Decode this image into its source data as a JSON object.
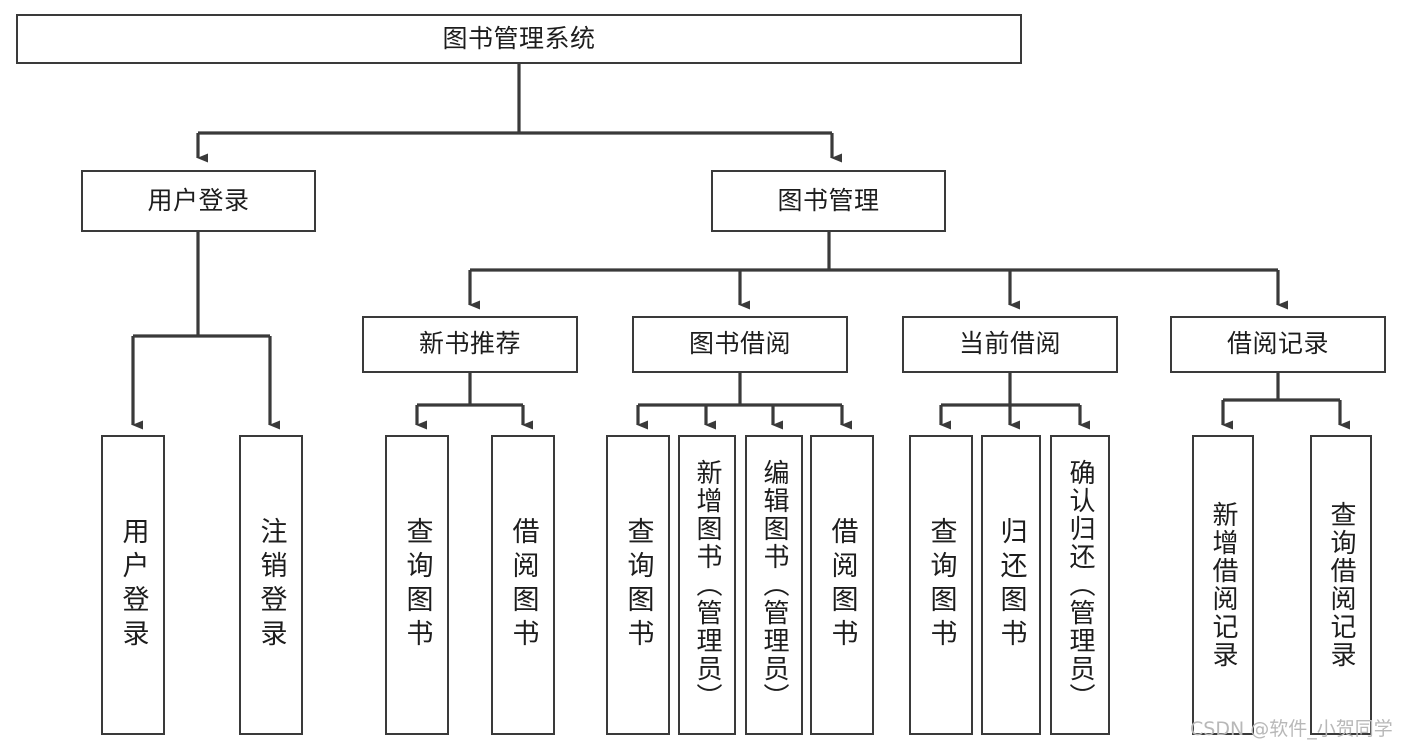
{
  "diagram": {
    "title": "图书管理系统",
    "type": "hierarchy-tree",
    "root": {
      "label": "图书管理系统"
    },
    "level2": [
      {
        "label": "用户登录"
      },
      {
        "label": "图书管理"
      }
    ],
    "level3": [
      {
        "label": "新书推荐"
      },
      {
        "label": "图书借阅"
      },
      {
        "label": "当前借阅"
      },
      {
        "label": "借阅记录"
      }
    ],
    "leaves": {
      "user_login": [
        {
          "label": "用户登录"
        },
        {
          "label": "注销登录"
        }
      ],
      "new_book_recommend": [
        {
          "label": "查询图书"
        },
        {
          "label": "借阅图书"
        }
      ],
      "book_borrow": [
        {
          "label": "查询图书"
        },
        {
          "label": "新增图书（管理员）"
        },
        {
          "label": "编辑图书（管理员）"
        },
        {
          "label": "借阅图书"
        }
      ],
      "current_borrow": [
        {
          "label": "查询图书"
        },
        {
          "label": "归还图书"
        },
        {
          "label": "确认归还（管理员）"
        }
      ],
      "borrow_record": [
        {
          "label": "新增借阅记录"
        },
        {
          "label": "查询借阅记录"
        }
      ]
    }
  },
  "watermark": {
    "text": "CSDN @软件_小贺同学"
  },
  "colors": {
    "border": "#3a3a3a",
    "background": "#ffffff",
    "text": "#1d1d1d",
    "watermark": "#b8b8b8"
  }
}
